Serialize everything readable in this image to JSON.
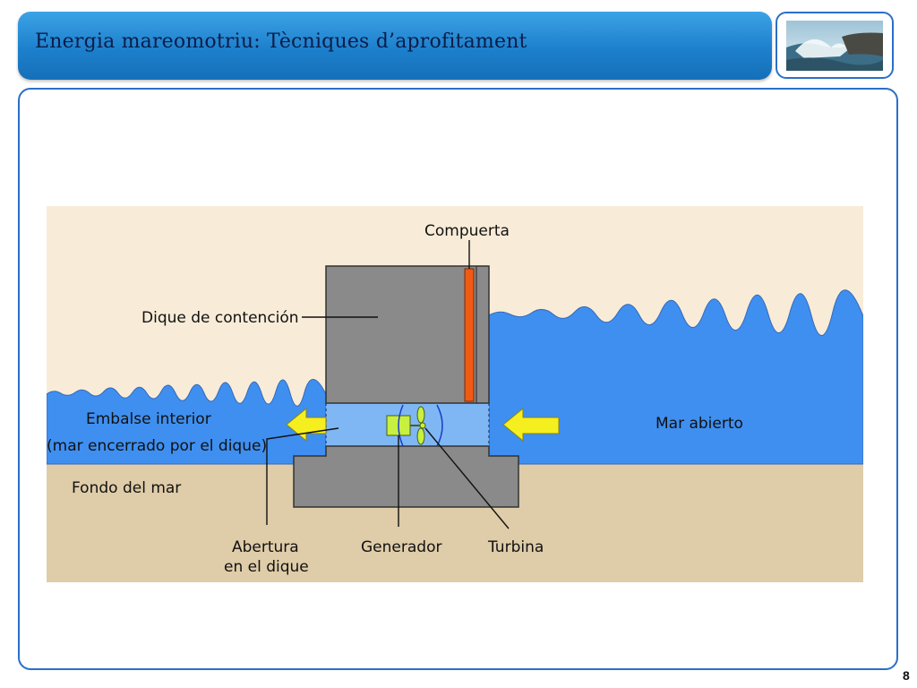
{
  "slide": {
    "title": "Energia mareomotriu: Tècniques d’aprofitament",
    "page_number": "8"
  },
  "diagram": {
    "labels": {
      "compuerta": "Compuerta",
      "dique": "Dique de contención",
      "embalse_line1": "Embalse interior",
      "embalse_line2": "(mar encerrado por el dique)",
      "mar_abierto": "Mar abierto",
      "fondo": "Fondo del mar",
      "abertura_line1": "Abertura",
      "abertura_line2": "en el dique",
      "generador": "Generador",
      "turbina": "Turbina"
    },
    "colors": {
      "sky": "#f8ecd8",
      "water": "#3f8ff0",
      "water_channel": "#7fb7f5",
      "seabed": "#dfcca8",
      "dam": "#8a8a8a",
      "gate": "#f05a14",
      "arrow": "#f6ef20",
      "turbine": "#c8f040"
    }
  }
}
